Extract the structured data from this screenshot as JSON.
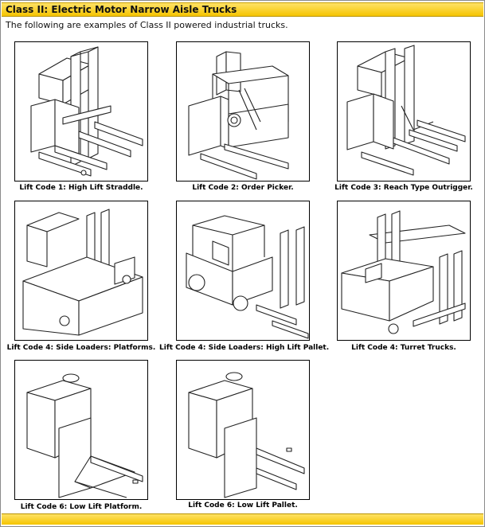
{
  "header": {
    "title": "Class II: Electric Motor Narrow Aisle Trucks"
  },
  "intro": "The following are examples of Class II powered industrial trucks.",
  "trucks": [
    {
      "caption": "Lift Code 1: High Lift Straddle.",
      "icon": "high-lift-straddle-truck"
    },
    {
      "caption": "Lift Code 2: Order Picker.",
      "icon": "order-picker-truck"
    },
    {
      "caption": "Lift Code 3: Reach Type Outrigger.",
      "icon": "reach-type-outrigger-truck"
    },
    {
      "caption": "Lift Code 4: Side Loaders: Platforms.",
      "icon": "side-loader-platform-truck"
    },
    {
      "caption": "Lift Code 4: Side Loaders: High Lift Pallet.",
      "icon": "side-loader-high-lift-pallet-truck"
    },
    {
      "caption": "Lift Code 4: Turret Trucks.",
      "icon": "turret-truck"
    },
    {
      "caption": "Lift Code 6: Low Lift Platform.",
      "icon": "low-lift-platform-truck"
    },
    {
      "caption": "Lift Code 6: Low Lift Pallet.",
      "icon": "low-lift-pallet-truck"
    }
  ]
}
